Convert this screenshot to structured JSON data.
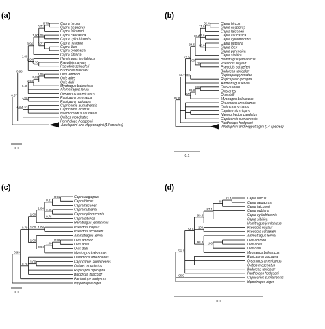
{
  "panels": [
    {
      "label": "(a)",
      "scale_label": "0.1",
      "taxa": [
        "Capra hircus",
        "Capra aegagrus",
        "Capra falconeri",
        "Capra caucasica",
        "Capra cylindricornis",
        "Capra nubiana",
        "Capra ibex",
        "Capra pyrenaica",
        "Capra sibirica",
        "Hemitragus jemlahicus",
        "Pseudois nayaur",
        "Pseudois schaeferi",
        "Budorcas taxicolor",
        "Ovis ammon",
        "Ovis aries",
        "Ovis dalli",
        "Myotragus balearicus",
        "Ammotragus lervia",
        "Oreamnos americanus",
        "Rupicapra pyrenaica",
        "Rupicapra rupicapra",
        "Capricornis sumatrensis",
        "Capricornis crispus",
        "Naemorhedus caudatus",
        "Ovibos moschatus",
        "Pantholops hodgsoni",
        "Alcelaphini and Hippotragini (14 species)"
      ],
      "supports": [
        "0.79",
        "0.73",
        "1.00",
        "0.77",
        "1.00",
        "0.96",
        "1.00",
        "0.70",
        "1.00",
        "0.99",
        "1.00",
        "0.48",
        "1.00",
        "0.49",
        "1.00",
        "0.51",
        "0.98",
        "1.00",
        "0.57"
      ]
    },
    {
      "label": "(b)",
      "scale_label": "0.1",
      "taxa": [
        "Capra hircus",
        "Capra aegagrus",
        "Capra falconeri",
        "Capra caucasica",
        "Capra cylindricornis",
        "Capra nubiana",
        "Capra ibex",
        "Capra pyrenaica",
        "Capra sibirica",
        "Hemitragus jemlahicus",
        "Pseudois nayaur",
        "Pseudois schaeferi",
        "Budorcas taxicolor",
        "Rupicapra pyrenaica",
        "Rupicapra rupicapra",
        "Ammotragus lervia",
        "Ovis ammon",
        "Ovis aries",
        "Ovis dalli",
        "Myotragus balearicus",
        "Oreamnos americanus",
        "Ovibos moschatus",
        "Capricornis crispus",
        "Naemorhedus caudatus",
        "Capricornis sumatrensis",
        "Pantholops hodgsoni",
        "Alcelaphini and Hippotragini (14 species)"
      ],
      "supports": [
        "52.4",
        "71.6",
        "65.6",
        "66.0",
        "60.2",
        "70",
        "100",
        "94.6",
        "72.5",
        "100",
        "100",
        "99.3",
        "100",
        "63.7",
        "87.8"
      ]
    },
    {
      "label": "(c)",
      "scale_label": "0.1",
      "taxa": [
        "Capra aegagrus",
        "Capra hircus",
        "Capra falconeri",
        "Capra nubiana",
        "Capra cylindricornis",
        "Capra sibirica",
        "Hemitragus jemlahicus",
        "Pseudois nayaur",
        "Pseudois schaeferi",
        "Ammotragus lervia",
        "Ovis ammon",
        "Ovis aries",
        "Ovis dalli",
        "Myotragus balearicus",
        "Oreamnos americanus",
        "Capricornis sumatrensis",
        "Ovibos moschatus",
        "Rupicapra rupicapra",
        "Budorcas taxicolor",
        "Pantholops hodgsoni",
        "Hippotragus niger"
      ],
      "supports": [
        "0.91",
        "0.95",
        "0.81",
        "0.76",
        "1.00",
        "1.00",
        "1.00",
        "1.00",
        "0.98",
        "1.00",
        "0.93",
        "0.61",
        "1.00",
        "0.79",
        "1.00",
        "0.78",
        "0.99"
      ]
    },
    {
      "label": "(d)",
      "scale_label": "0.1",
      "taxa": [
        "Capra hircus",
        "Capra aegagrus",
        "Capra falconeri",
        "Capra nubiana",
        "Capra cylindricornis",
        "Capra sibirica",
        "Hemitragus jemlahicus",
        "Pseudois nayaur",
        "Pseudois schaeferi",
        "Ammotragus lervia",
        "Ovis ammon",
        "Ovis aries",
        "Ovis dalli",
        "Myotragus balearicus",
        "Rupicapra rupicapra",
        "Oreamnos americanus",
        "Ovibos moschatus",
        "Budorcas taxicolor",
        "Pantholops hodgsoni",
        "Capricornis sumatrensis",
        "Hippotragus niger"
      ],
      "supports": [
        "63.4",
        "48.4",
        "48",
        "87.1",
        "100",
        "99.3",
        "100",
        "98.3",
        "54.8",
        "61.7",
        "96.9"
      ]
    }
  ]
}
